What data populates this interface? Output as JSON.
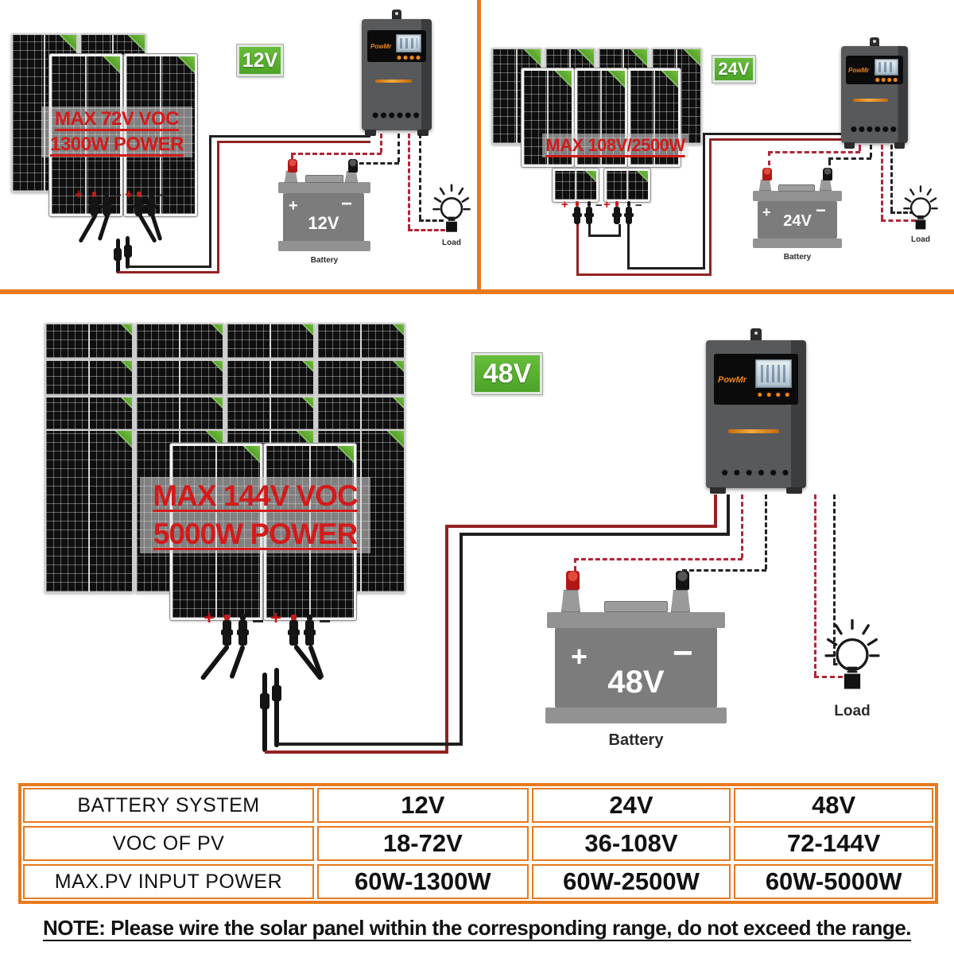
{
  "symbols": {
    "plus": "+",
    "minus": "−"
  },
  "brand": "PowMr",
  "sections": {
    "s12": {
      "badge": "12V",
      "banner1": "MAX 72V VOC",
      "banner2": "1300W POWER",
      "battery_v": "12V",
      "battery_caption": "Battery",
      "load": "Load"
    },
    "s24": {
      "badge": "24V",
      "banner1": "MAX 108V/2500W",
      "battery_v": "24V",
      "battery_caption": "Battery",
      "load": "Load"
    },
    "s48": {
      "badge": "48V",
      "banner1": "MAX 144V VOC",
      "banner2": "5000W POWER",
      "battery_v": "48V",
      "battery_caption": "Battery",
      "load": "Load"
    }
  },
  "table": {
    "rows": [
      {
        "label": "BATTERY SYSTEM",
        "values": [
          "12V",
          "24V",
          "48V"
        ]
      },
      {
        "label": "VOC OF PV",
        "values": [
          "18-72V",
          "36-108V",
          "72-144V"
        ]
      },
      {
        "label": "MAX.PV INPUT POWER",
        "values": [
          "60W-1300W",
          "60W-2500W",
          "60W-5000W"
        ]
      }
    ]
  },
  "note": "NOTE: Please wire the solar panel within the corresponding range, do not exceed the range.",
  "colors": {
    "accent_orange": "#e8791d",
    "badge_green": "#58ad2e",
    "alert_red": "#d41a1a"
  }
}
